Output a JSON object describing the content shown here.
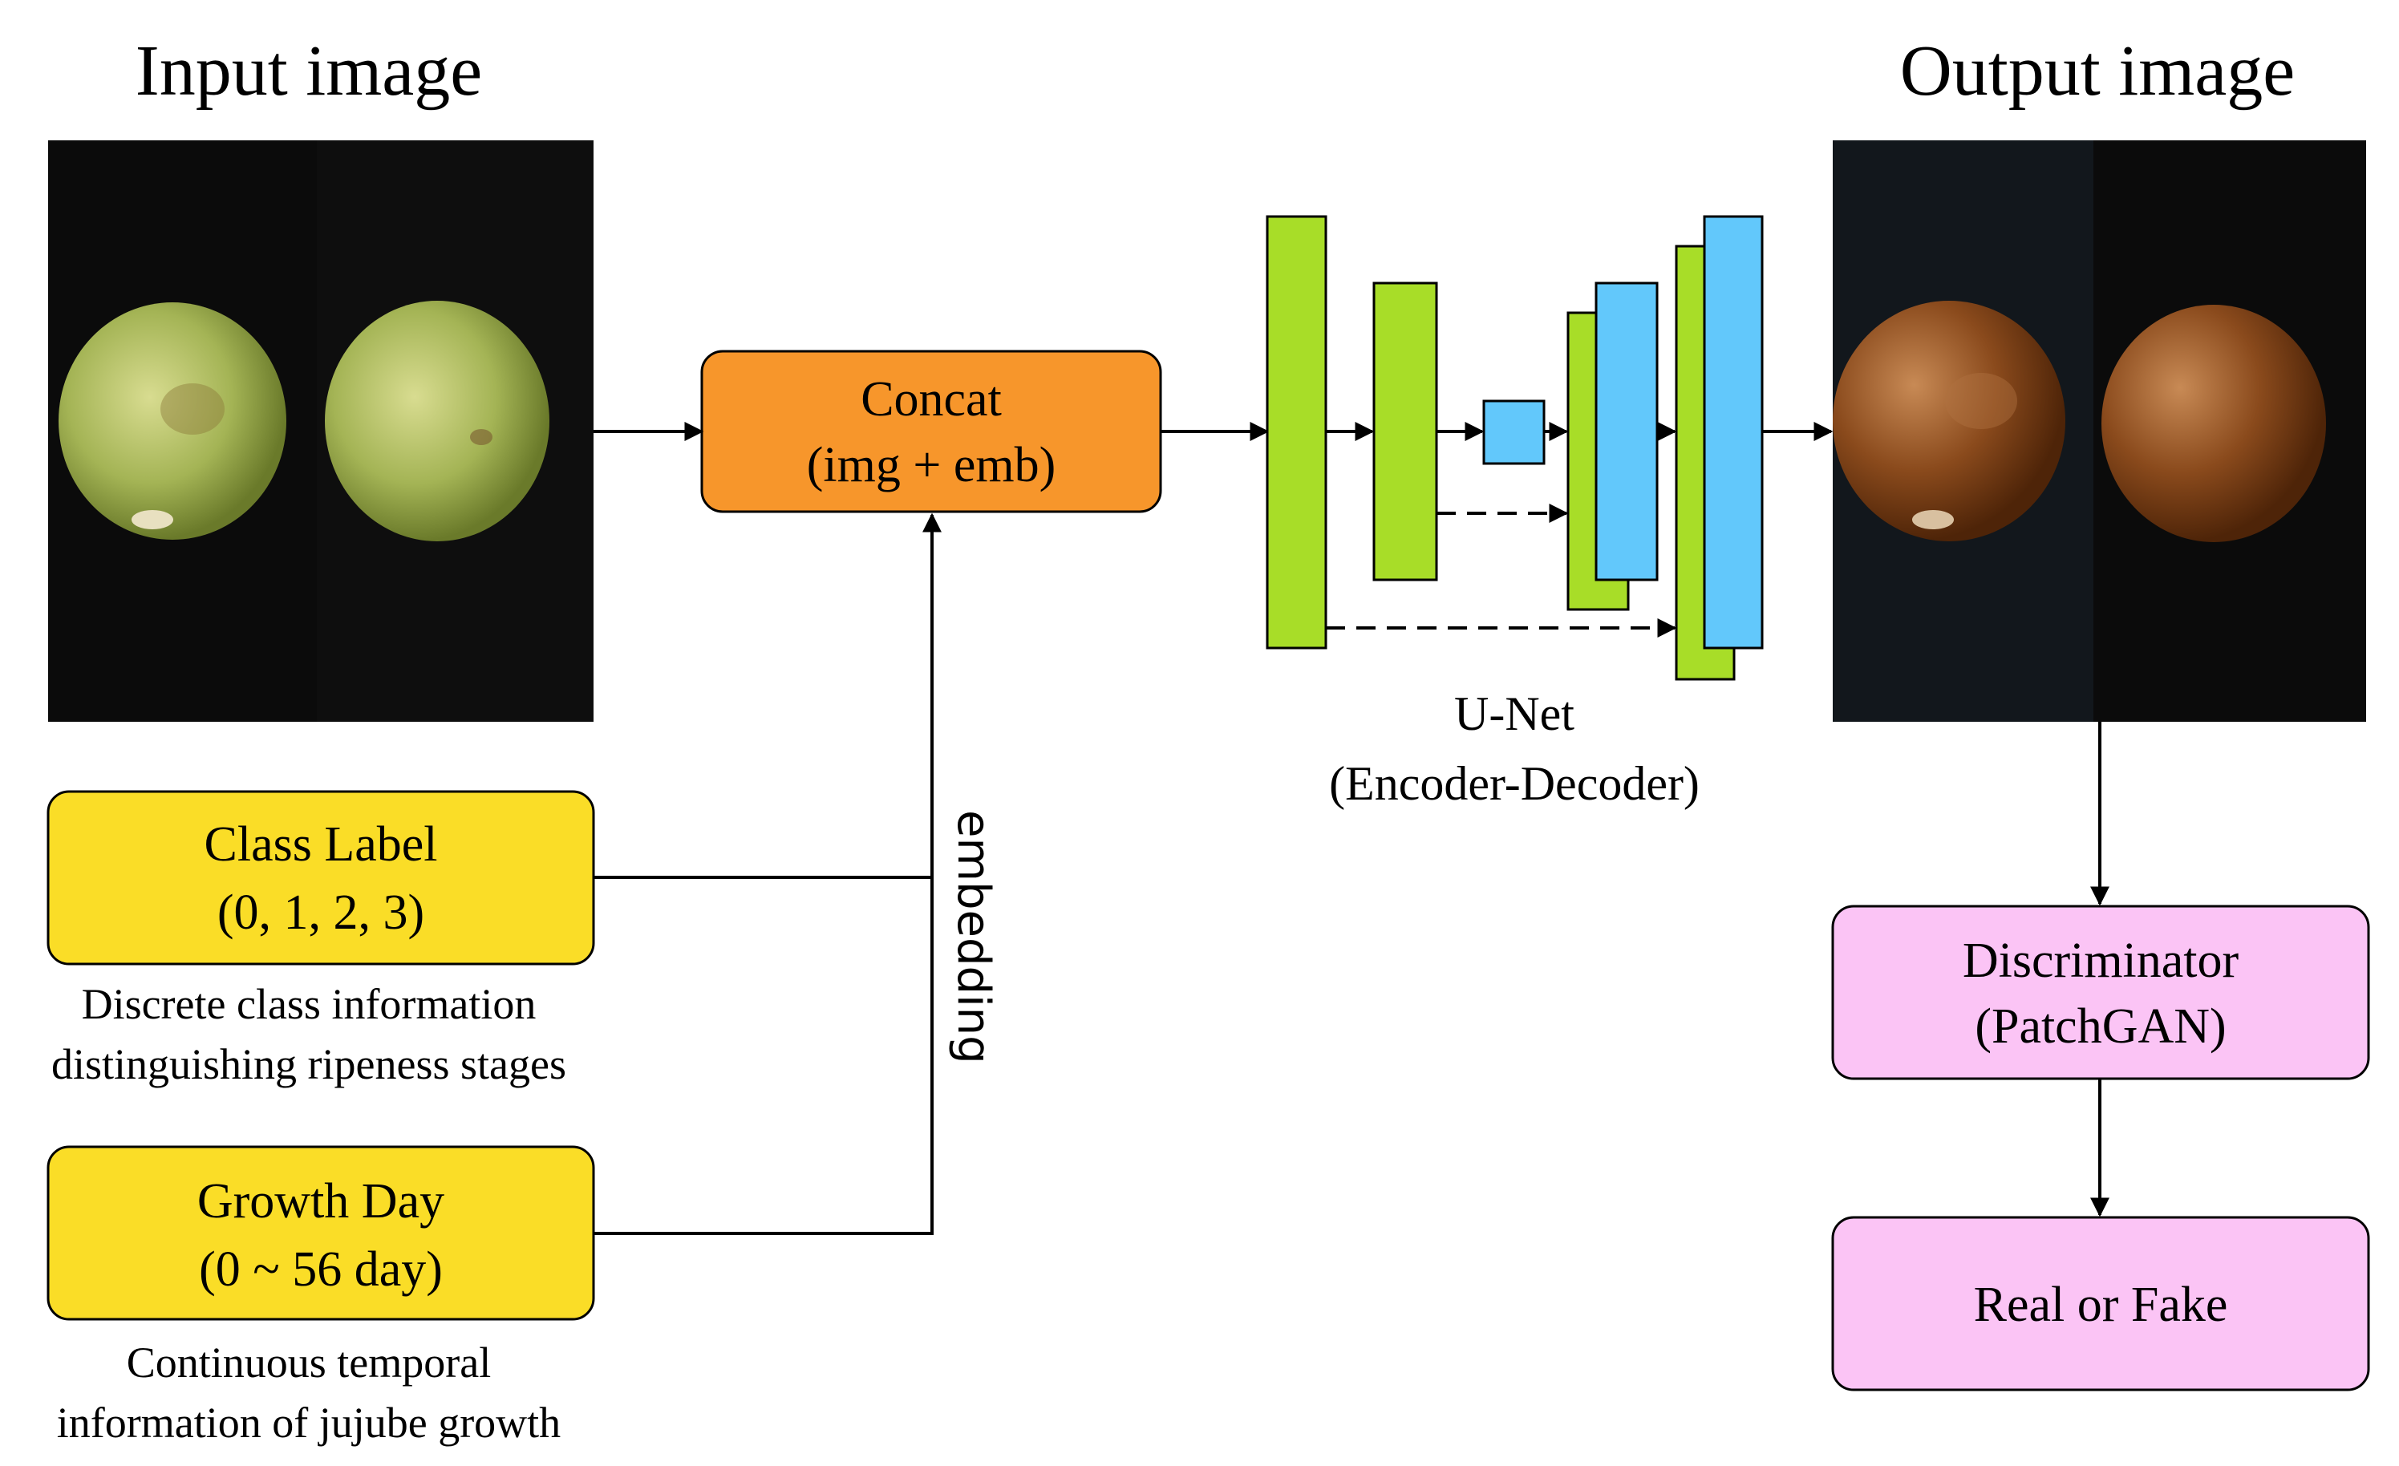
{
  "titles": {
    "input": "Input image",
    "output": "Output image"
  },
  "boxes": {
    "concat": {
      "line1": "Concat",
      "line2": "(img + emb)"
    },
    "class_label": {
      "line1": "Class Label",
      "line2": "(0, 1, 2, 3)"
    },
    "growth_day": {
      "line1": "Growth Day",
      "line2": "(0 ~ 56 day)"
    },
    "discriminator": {
      "line1": "Discriminator",
      "line2": "(PatchGAN)"
    },
    "real_fake": {
      "line1": "Real or Fake"
    }
  },
  "captions": {
    "class_label": {
      "line1": "Discrete class information",
      "line2": "distinguishing ripeness stages"
    },
    "growth_day": {
      "line1": "Continuous temporal",
      "line2": "information of jujube growth"
    }
  },
  "labels": {
    "embedding": "embedding",
    "unet_line1": "U-Net",
    "unet_line2": "(Encoder-Decoder)"
  },
  "colors": {
    "concat_fill": "#F7962B",
    "input_box_fill": "#FADD27",
    "discriminator_fill": "#FBC4F5",
    "encoder_green": "#A8DD28",
    "decoder_blue": "#62C8FB",
    "photo_background": "#0B0B0B",
    "unripe_fruit": "#B4C060",
    "ripe_fruit": "#8E4E20"
  }
}
